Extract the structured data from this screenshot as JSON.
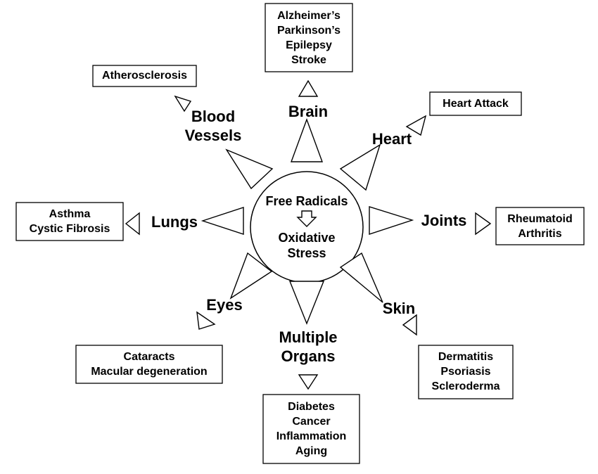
{
  "center": {
    "top": "Free Radicals",
    "bottom": [
      "Oxidative",
      "Stress"
    ]
  },
  "categories": {
    "brain": "Brain",
    "blood_vessels": [
      "Blood",
      "Vessels"
    ],
    "heart": "Heart",
    "lungs": "Lungs",
    "joints": "Joints",
    "eyes": "Eyes",
    "skin": "Skin",
    "multiple_organs": [
      "Multiple",
      "Organs"
    ]
  },
  "boxes": {
    "brain": [
      "Alzheimer’s",
      "Parkinson’s",
      "Epilepsy",
      "Stroke"
    ],
    "blood_vessels": [
      "Atherosclerosis"
    ],
    "heart": [
      "Heart Attack"
    ],
    "lungs": [
      "Asthma",
      "Cystic Fibrosis"
    ],
    "joints": [
      "Rheumatoid",
      "Arthritis"
    ],
    "eyes": [
      "Cataracts",
      "Macular degeneration"
    ],
    "skin": [
      "Dermatitis",
      "Psoriasis",
      "Scleroderma"
    ],
    "multiple_organs": [
      "Diabetes",
      "Cancer",
      "Inflammation",
      "Aging"
    ]
  }
}
